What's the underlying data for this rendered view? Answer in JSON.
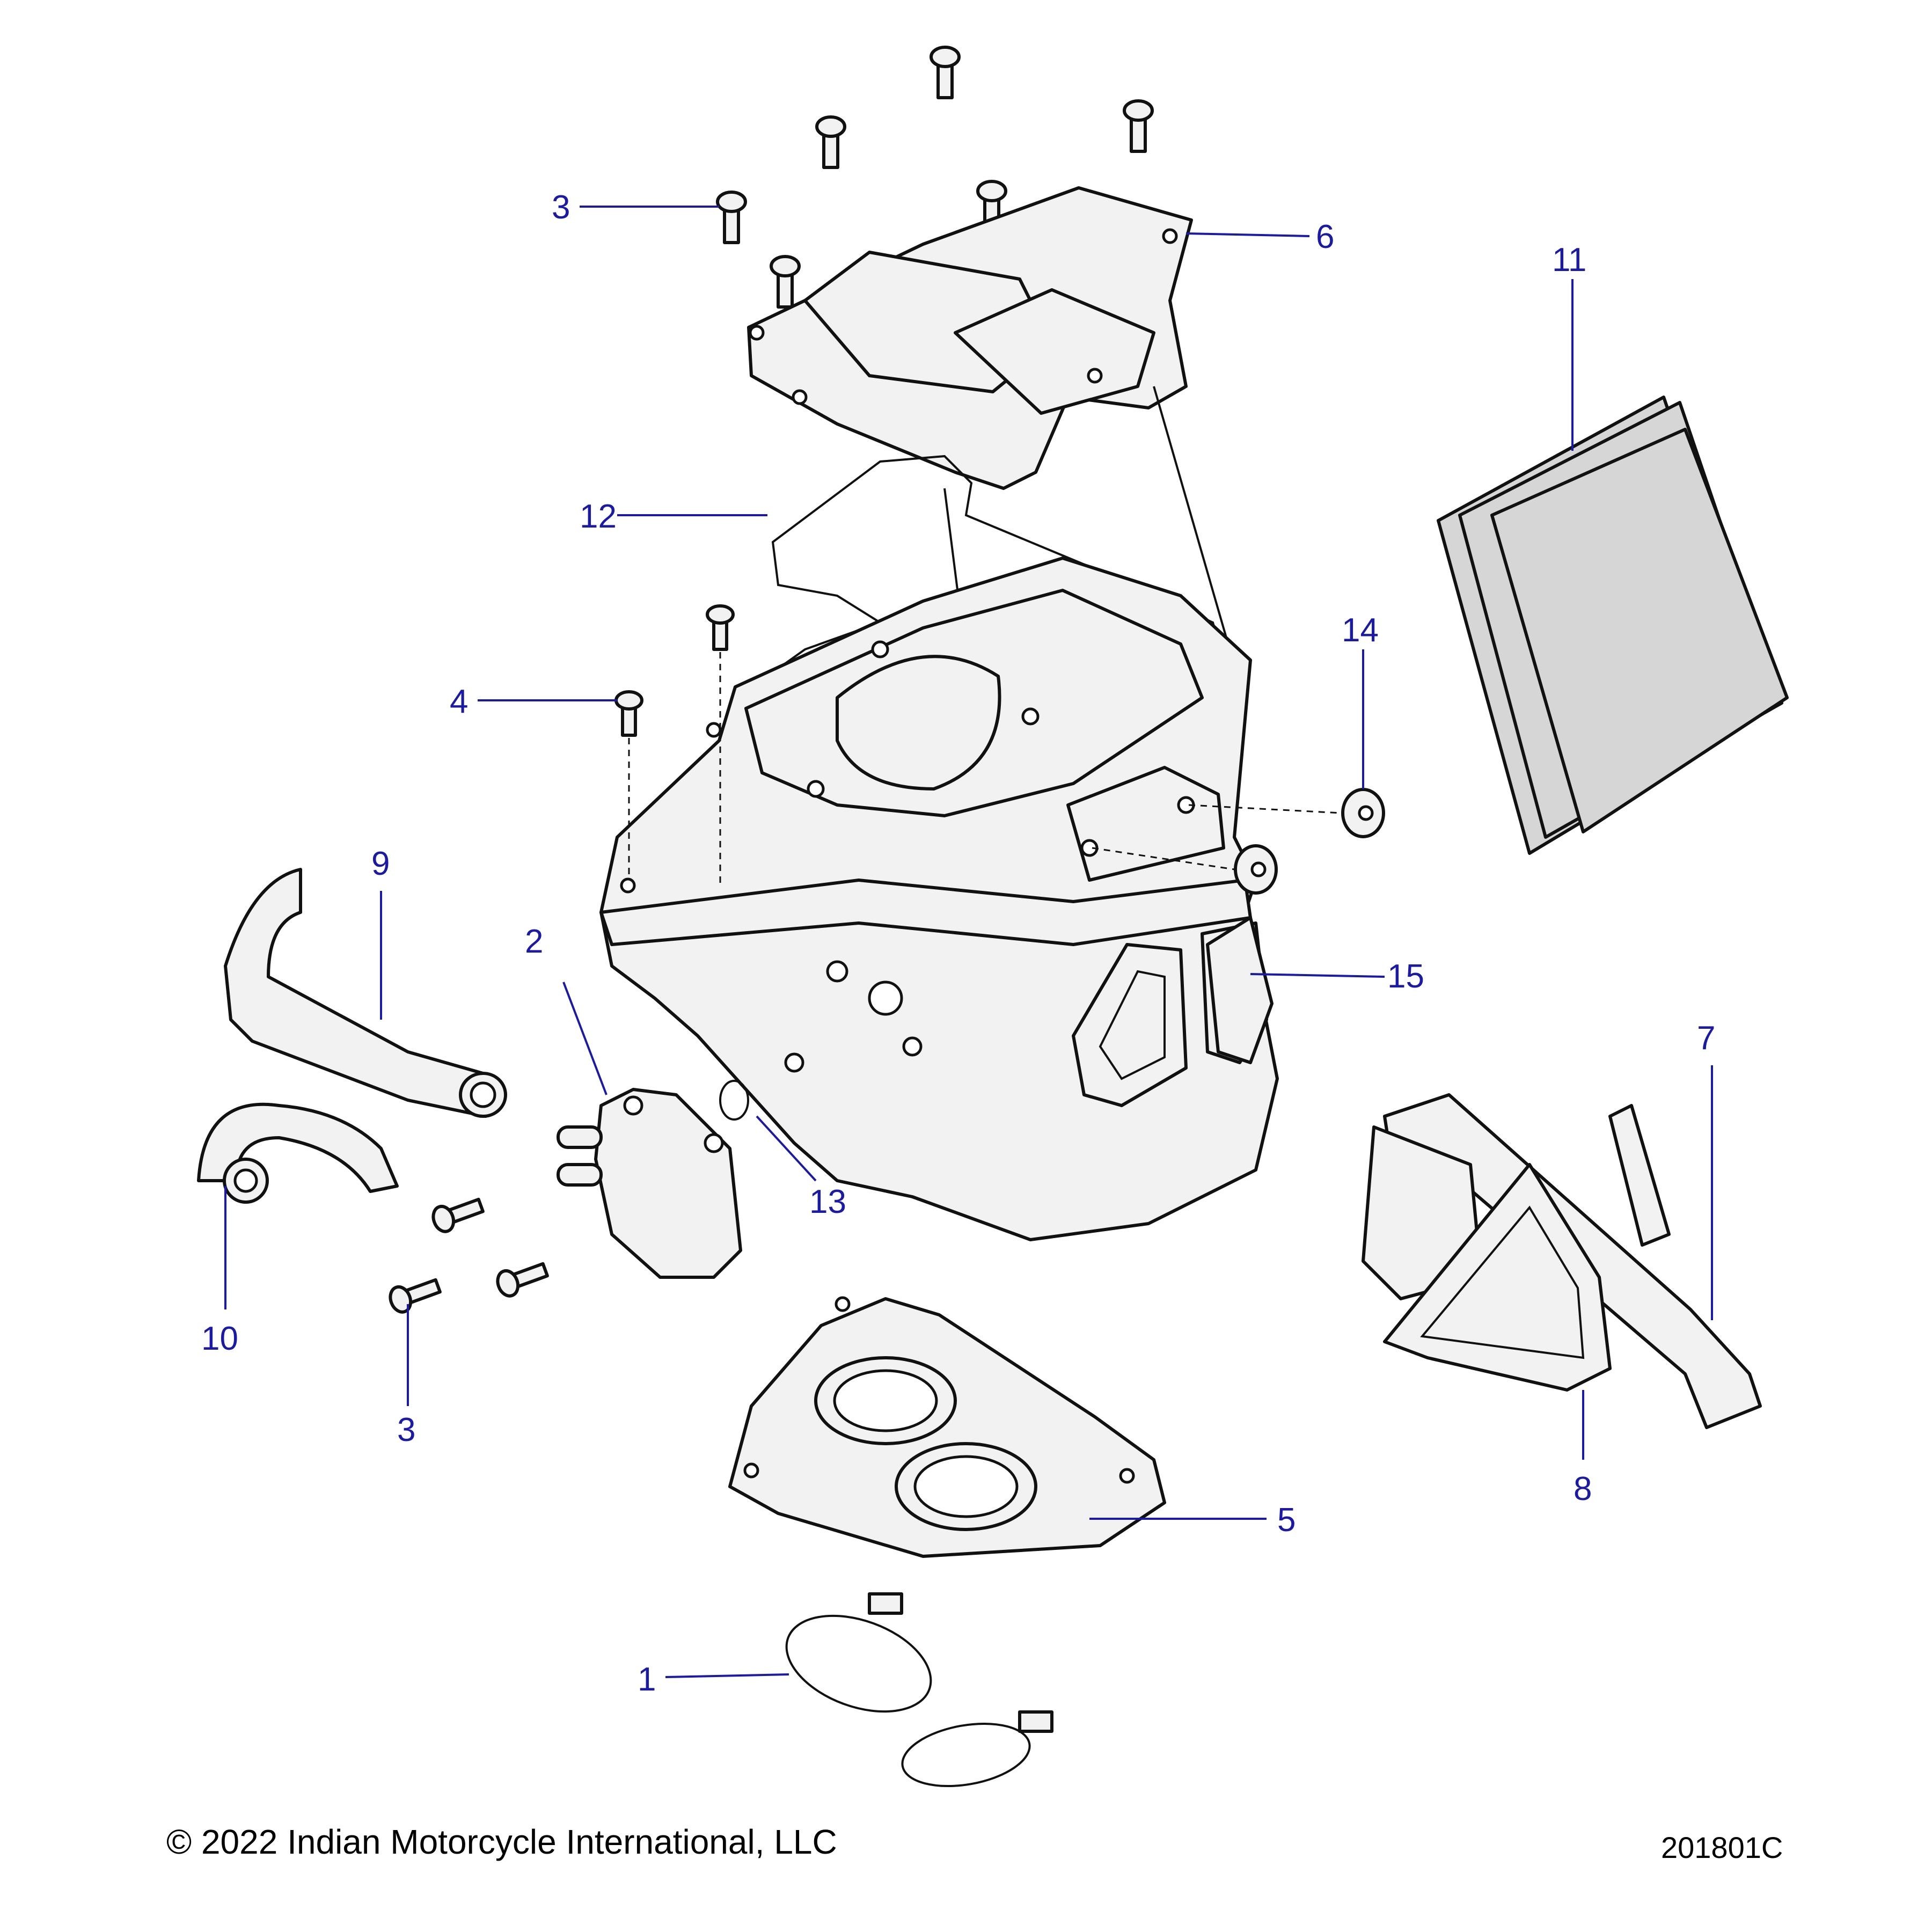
{
  "callouts": {
    "c1": "1",
    "c2": "2",
    "c3a": "3",
    "c3b": "3",
    "c4": "4",
    "c5": "5",
    "c6": "6",
    "c7": "7",
    "c8": "8",
    "c9": "9",
    "c10": "10",
    "c11": "11",
    "c12": "12",
    "c13": "13",
    "c14": "14",
    "c15": "15"
  },
  "footer": {
    "copyright": "© 2022 Indian Motorcycle International, LLC",
    "drawing_number": "201801C"
  },
  "colors": {
    "callout": "#1a1aa6",
    "line_art": "#111111",
    "part_fill": "#f2f2f2",
    "filter_fill": "#d6d6d6"
  }
}
